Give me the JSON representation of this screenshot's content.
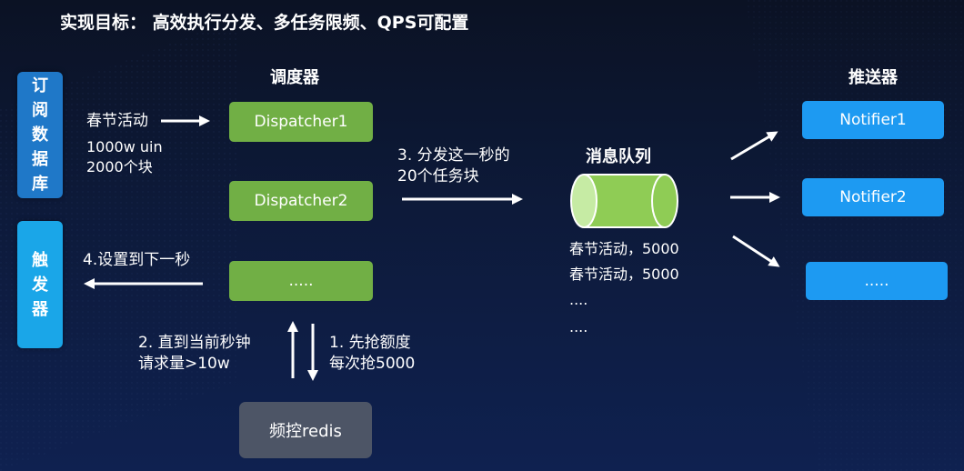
{
  "title": "实现目标： 高效执行分发、多任务限频、QPS可配置",
  "headings": {
    "scheduler": "调度器",
    "queue": "消息队列",
    "pusher": "推送器"
  },
  "left_boxes": {
    "subscribe_db": "订阅数据库",
    "trigger": "触发器"
  },
  "event": {
    "name": "春节活动",
    "users": "1000w uin",
    "blocks": "2000个块"
  },
  "dispatchers": [
    "Dispatcher1",
    "Dispatcher2",
    "....."
  ],
  "notifiers": [
    "Notifier1",
    "Notifier2",
    "....."
  ],
  "step3": {
    "line1": "3. 分发这一秒的",
    "line2": "20个任务块"
  },
  "step4": "4.设置到下一秒",
  "step2": {
    "line1": "2. 直到当前秒钟",
    "line2": "请求量>10w"
  },
  "step1": {
    "line1": "1.  先抢额度",
    "line2": "每次抢5000"
  },
  "redis": "频控redis",
  "queue_items": [
    "春节活动，5000",
    "春节活动，5000",
    "....",
    "...."
  ],
  "colors": {
    "green": "#71af45",
    "blue": "#1d9af2",
    "dark_blue": "#1f78c8",
    "gray": "#4d5566"
  }
}
